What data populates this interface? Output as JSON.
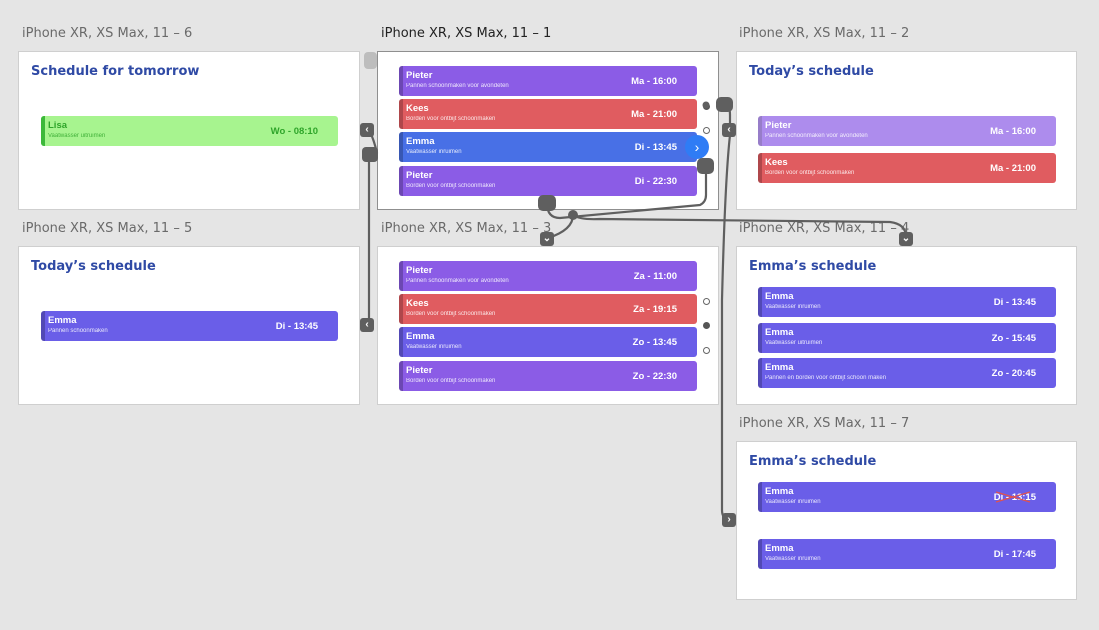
{
  "artboards": {
    "a1": {
      "label": "iPhone XR, XS Max, 11 – 1"
    },
    "a2": {
      "label": "iPhone XR, XS Max, 11 – 2",
      "title": "Today’s schedule"
    },
    "a3": {
      "label": "iPhone XR, XS Max, 11 – 3"
    },
    "a4": {
      "label": "iPhone XR, XS Max, 11 – 4",
      "title": "Emma’s schedule"
    },
    "a5": {
      "label": "iPhone XR, XS Max, 11 – 5",
      "title": "Today’s schedule"
    },
    "a6": {
      "label": "iPhone XR, XS Max, 11 – 6",
      "title": "Schedule for tomorrow"
    },
    "a7": {
      "label": "iPhone XR, XS Max, 11 – 7",
      "title": "Emma’s schedule"
    }
  },
  "cards": {
    "a1": [
      {
        "name": "Pieter",
        "task": "Pannen schoonmaken voor avondeten",
        "time": "Ma - 16:00",
        "color": "purple"
      },
      {
        "name": "Kees",
        "task": "Borden voor ontbijt schoonmaken",
        "time": "Ma - 21:00",
        "color": "red"
      },
      {
        "name": "Emma",
        "task": "Vaatwasser inruimen",
        "time": "Di - 13:45",
        "color": "blue"
      },
      {
        "name": "Pieter",
        "task": "Borden voor ontbijt schoonmaken",
        "time": "Di - 22:30",
        "color": "purple"
      }
    ],
    "a2": [
      {
        "name": "Pieter",
        "task": "Pannen schoonmaken voor avondeten",
        "time": "Ma - 16:00",
        "color": "purple"
      },
      {
        "name": "Kees",
        "task": "Borden voor ontbijt schoonmaken",
        "time": "Ma - 21:00",
        "color": "red"
      }
    ],
    "a3": [
      {
        "name": "Pieter",
        "task": "Pannen schoonmaken voor avondeten",
        "time": "Za - 11:00",
        "color": "purple"
      },
      {
        "name": "Kees",
        "task": "Borden voor ontbijt schoonmaken",
        "time": "Za - 19:15",
        "color": "red"
      },
      {
        "name": "Emma",
        "task": "Vaatwasser inruimen",
        "time": "Zo - 13:45",
        "color": "indigo"
      },
      {
        "name": "Pieter",
        "task": "Borden voor ontbijt schoonmaken",
        "time": "Zo - 22:30",
        "color": "purple"
      }
    ],
    "a4": [
      {
        "name": "Emma",
        "task": "Vaatwasser inruimen",
        "time": "Di - 13:45",
        "color": "indigo"
      },
      {
        "name": "Emma",
        "task": "Vaatwasser uitruimen",
        "time": "Zo - 15:45",
        "color": "indigo"
      },
      {
        "name": "Emma",
        "task": "Pannen en borden voor ontbijt schoon maken",
        "time": "Zo - 20:45",
        "color": "indigo"
      }
    ],
    "a5": [
      {
        "name": "Emma",
        "task": "Pannen schoonmaken",
        "time": "Di - 13:45",
        "color": "indigo"
      }
    ],
    "a6": [
      {
        "name": "Lisa",
        "task": "Vaatwasser uitruimen",
        "time": "Wo - 08:10",
        "color": "green"
      }
    ],
    "a7": [
      {
        "name": "Emma",
        "task": "Vaatwasser inruimen",
        "time": "Di - 13:15",
        "color": "indigo"
      },
      {
        "name": "Emma",
        "task": "Vaatwasser inruimen",
        "time": "Di - 17:45",
        "color": "indigo"
      }
    ]
  },
  "icons": {
    "left": "‹",
    "right": "›",
    "down": "⌄"
  },
  "colors": {
    "purple": "#8b5ce6",
    "red": "#e05c60",
    "blue": "#4870e6",
    "indigo": "#6a5ee8",
    "green": "#a7f48f",
    "title": "#2f4aa5",
    "flow": "#5f5f5f",
    "next": "#2f7cf5"
  }
}
